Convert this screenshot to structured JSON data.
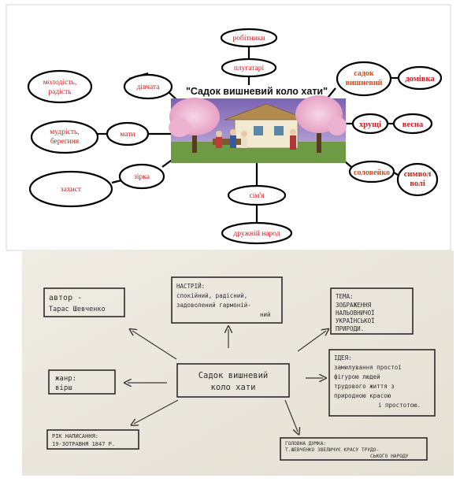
{
  "top_map": {
    "title": "\"Садок вишневий коло хати\"",
    "labels": {
      "robitnyky": "робітники",
      "pluhatari": "плугатарі",
      "molodist_1": "молодість,",
      "molodist_2": "радість",
      "divchata": "дівчата",
      "mudrist_1": "мудрість,",
      "mudrist_2": "берегиня",
      "maty": "мати",
      "zirka": "зірка",
      "zakhyst": "захист",
      "simia": "сім'я",
      "druzhnii": "дружній народ",
      "sadok_1": "садок",
      "sadok_2": "вишневий",
      "domivka": "домівка",
      "khrushchi": "хрущі",
      "vesna": "весна",
      "soloveiko": "соловейко",
      "symvol_1": "символ",
      "symvol_2": "волі"
    }
  },
  "bottom_map": {
    "center_1": "Садок вишневий",
    "center_2": "коло хати",
    "avtor_1": "автор -",
    "avtor_2": "Тарас Шевченко",
    "nastrii_1": "НАСТРІЙ:",
    "nastrii_2": "спокійний, радісний,",
    "nastrii_3": "задоволений гармоній-",
    "nastrii_4": "ний",
    "tema_1": "ТЕМА:",
    "tema_2": "ЗОБРАЖЕННЯ",
    "tema_3": "НАЛЬОВНИЧОЇ",
    "tema_4": "УКРАЇНСЬКОЇ",
    "tema_5": "ПРИРОДИ.",
    "ideia_1": "ІДЕЯ:",
    "ideia_2": "замилування простої",
    "ideia_3": "фігурою людей",
    "ideia_4": "трудового життя з",
    "ideia_5": "природною красою",
    "ideia_6": "і простотою.",
    "zhanr_1": "жанр:",
    "zhanr_2": "вірш",
    "rik_1": "РІК НАПИСАННЯ:",
    "rik_2": "19-ЗОТРАВНЯ 1847 Р.",
    "holovna_1": "ГОЛОВНА ДУМКА:",
    "holovna_2": "Т.ШЕВЧЕНКО ЗВЕЛИЧУЄ КРАСУ ТРУДО-",
    "holovna_3": "СЬКОГО НАРОДУ"
  }
}
